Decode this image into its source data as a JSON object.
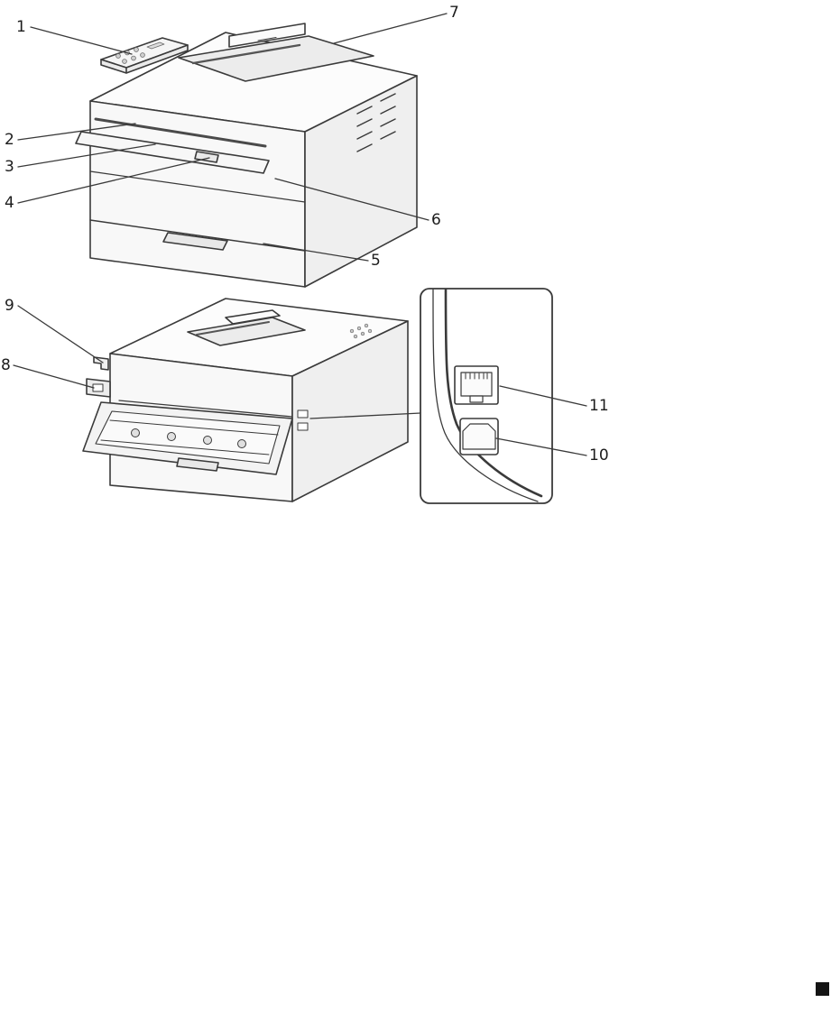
{
  "page": {
    "background": "#ffffff",
    "line_color": "#3a3a3a"
  },
  "callouts": [
    {
      "number": "1"
    },
    {
      "number": "2"
    },
    {
      "number": "3"
    },
    {
      "number": "4"
    },
    {
      "number": "5"
    },
    {
      "number": "6"
    },
    {
      "number": "7"
    },
    {
      "number": "8"
    },
    {
      "number": "9"
    },
    {
      "number": "10"
    },
    {
      "number": "11"
    }
  ]
}
